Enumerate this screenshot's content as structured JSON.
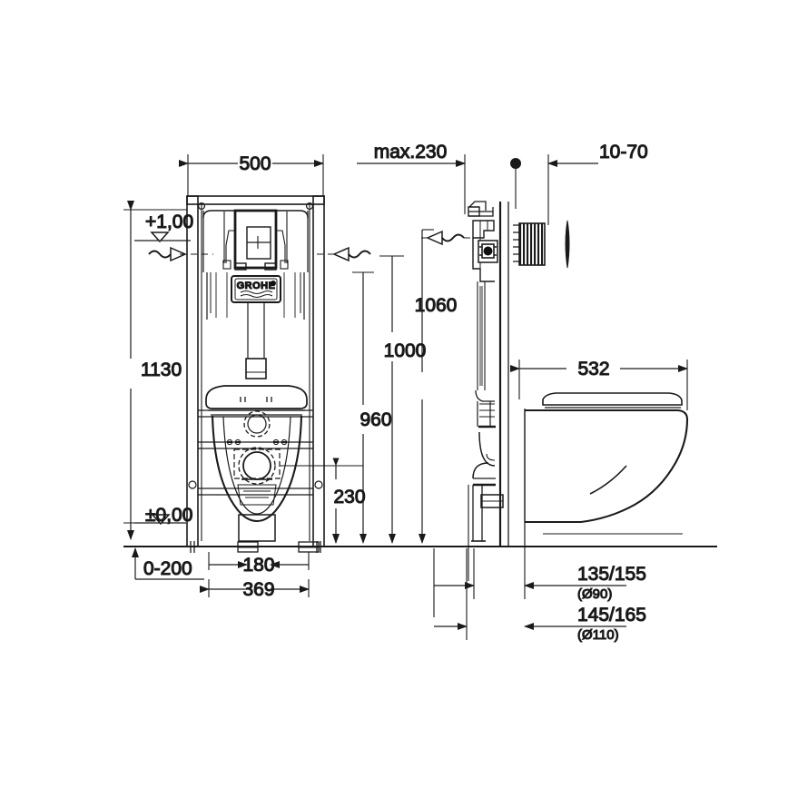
{
  "drawing": {
    "type": "technical-dimension-drawing",
    "subject": "Wall-hung WC installation frame with concealed cistern",
    "brand": "GROHE",
    "views": [
      "front-elevation",
      "side-elevation"
    ],
    "units": "mm",
    "line_color": "#1a1a1a",
    "background_color": "#ffffff"
  },
  "dimensions": {
    "width_frame": "500",
    "max_offset": "max.230",
    "plate_depth": "10-70",
    "level_top": "+1,00",
    "level_floor": "±0,00",
    "height_frame": "1130",
    "height_1060": "1060",
    "height_1000": "1000",
    "height_960": "960",
    "height_230": "230",
    "projection_532": "532",
    "foot_range": "0-200",
    "inner_180": "180",
    "outer_369": "369",
    "drain_90": "135/155",
    "drain_90_sub": "(Ø90)",
    "drain_110": "145/165",
    "drain_110_sub": "(Ø110)"
  },
  "logo": {
    "label": "GROHE"
  }
}
